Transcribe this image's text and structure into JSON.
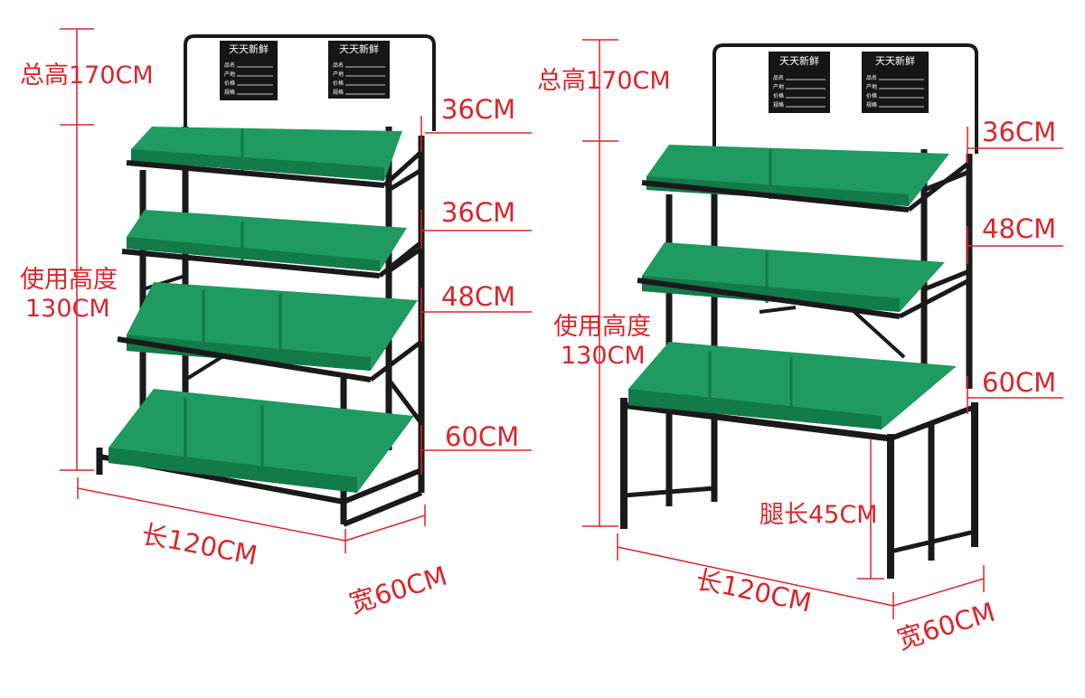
{
  "colors": {
    "frame": "#1a1a1a",
    "tray": "#1f9a62",
    "tray_dark": "#137a4a",
    "tray_light": "#3bb67c",
    "dimension": "#d9262c",
    "sign_bg": "#161616"
  },
  "signs": {
    "brand": "天天新鲜",
    "field_1": "品名",
    "field_2": "产地",
    "field_3": "价格",
    "field_4": "规格"
  },
  "left_rack": {
    "total_height": "总高170CM",
    "usable_height_line1": "使用高度",
    "usable_height_line2": "130CM",
    "tier_1_depth": "36CM",
    "tier_2_depth": "36CM",
    "tier_3_depth": "48CM",
    "tier_4_depth": "60CM",
    "length": "长120CM",
    "width": "宽60CM"
  },
  "right_rack": {
    "total_height": "总高170CM",
    "usable_height_line1": "使用高度",
    "usable_height_line2": "130CM",
    "tier_1_depth": "36CM",
    "tier_2_depth": "48CM",
    "tier_3_depth": "60CM",
    "leg_length": "腿长45CM",
    "length": "长120CM",
    "width": "宽60CM"
  }
}
